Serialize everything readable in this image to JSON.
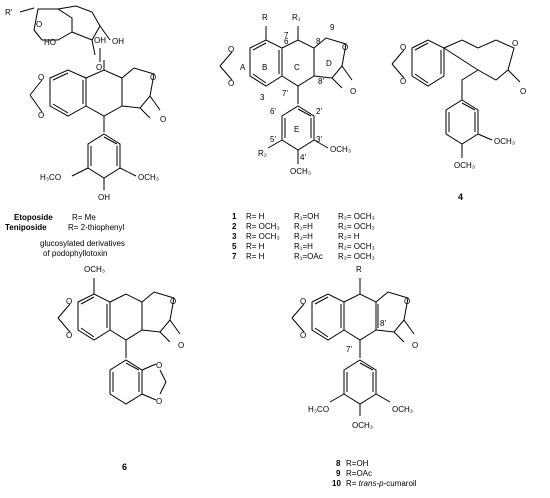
{
  "compound_names": {
    "etoposide": "Etoposide",
    "etoposide_r": "R= Me",
    "teniposide": "Teniposide",
    "teniposide_r": "R= 2-thiophenyl",
    "caption_line1": "glucosylated derivatives",
    "caption_line2": "of podophyllotoxin"
  },
  "atom_labels": {
    "r_prime": "R'",
    "ho_1": "HO",
    "oh_1": "OH",
    "oh_2": "OH",
    "o_glyco": "O",
    "o_ring": "O",
    "o": "O",
    "h3co": "H₃CO",
    "och3": "OCH₃",
    "r": "R",
    "r1": "R₁",
    "r2": "R₂",
    "ring_a": "A",
    "ring_b": "B",
    "ring_c": "C",
    "ring_d": "D",
    "ring_e": "E"
  },
  "locants": {
    "p6": "6",
    "p7": "7",
    "p8": "8",
    "p9": "9",
    "p3": "3",
    "p7p": "7'",
    "p8p": "8'",
    "p2p": "2'",
    "p3p": "3'",
    "p4p": "4'",
    "p5p": "5'",
    "p6p": "6'"
  },
  "compound_numbers": {
    "c4": "4",
    "c6": "6"
  },
  "legend_1_7": [
    {
      "num": "1",
      "r": "R= H",
      "r1": "R₁=OH",
      "r2": "R₂= OCH₃"
    },
    {
      "num": "2",
      "r": "R= OCH₃",
      "r1": "R₁=H",
      "r2": "R₂= OCH₃"
    },
    {
      "num": "3",
      "r": "R= OCH₃",
      "r1": "R₁=H",
      "r2": "R₂= H"
    },
    {
      "num": "5",
      "r": "R= H",
      "r1": "R₁=H",
      "r2": "R₂= OCH₃"
    },
    {
      "num": "7",
      "r": "R= H",
      "r1": "R₁=OAc",
      "r2": "R₂= OCH₃"
    }
  ],
  "legend_8_10": [
    {
      "num": "8",
      "value": "R=OH"
    },
    {
      "num": "9",
      "value": "R=OAc"
    },
    {
      "num": "10",
      "value_prefix": "R= ",
      "value_italic": "trans-p",
      "value_suffix": "-cumaroil"
    }
  ]
}
